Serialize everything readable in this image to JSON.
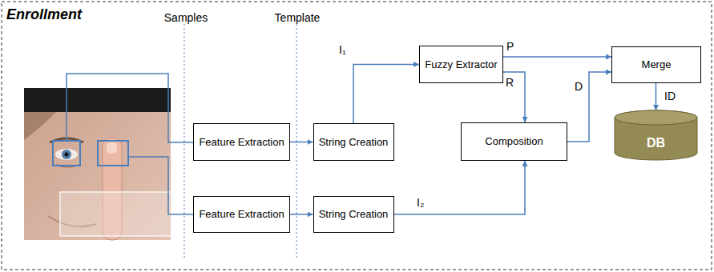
{
  "diagram": {
    "title": "Enrollment",
    "nodes": [
      {
        "text": [
          "Feature Extraction"
        ]
      },
      {
        "text": [
          "Feature Extraction"
        ]
      },
      {
        "text": [
          "String Creation"
        ]
      },
      {
        "text": [
          "String Creation"
        ]
      },
      {
        "text": [
          "Fuzzy Extractor"
        ]
      },
      {
        "text": [
          "Composition"
        ]
      },
      {
        "text": [
          "Merge"
        ]
      },
      {
        "text": [
          "DB"
        ]
      }
    ],
    "edges": [
      {
        "from": 0,
        "to": 2,
        "arrow": "to"
      },
      {
        "from": 1,
        "to": 3,
        "arrow": "to"
      },
      {
        "from": 2,
        "to": 4,
        "label": "I₁",
        "arrow": "to"
      },
      {
        "from": 4,
        "to": 6,
        "label": "P",
        "arrow": "to"
      },
      {
        "from": 4,
        "to": 5,
        "label": "R",
        "arrow": "to"
      },
      {
        "from": 3,
        "to": 5,
        "label": "I₂",
        "arrow": "to"
      },
      {
        "from": 5,
        "to": 6,
        "label": "D",
        "arrow": "to"
      },
      {
        "from": 6,
        "to": 7,
        "label": "ID",
        "arrow": "to"
      }
    ],
    "labels": [
      "Samples",
      "Template"
    ]
  }
}
